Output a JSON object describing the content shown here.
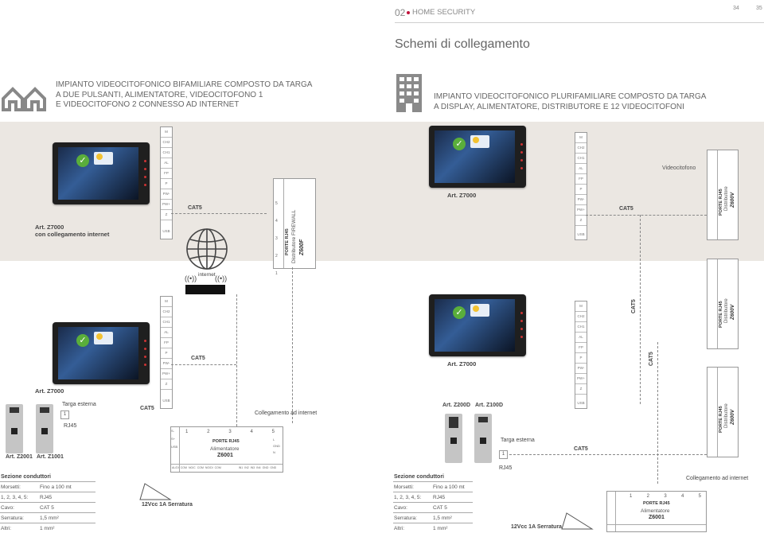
{
  "header": {
    "section_num": "02",
    "section_title": "HOME SECURITY",
    "page_left": "34",
    "page_right": "35"
  },
  "title": "Schemi di collegamento",
  "left_desc": "IMPIANTO VIDEOCITOFONICO BIFAMILIARE COMPOSTO DA TARGA\nA DUE PULSANTI, ALIMENTATORE, VIDEOCITOFONO 1\nE VIDEOCITOFONO 2 CONNESSO AD INTERNET",
  "right_desc": "IMPIANTO VIDEOCITOFONICO PLURIFAMILIARE COMPOSTO DA TARGA\nA DISPLAY, ALIMENTATORE, DISTRIBUTORE E 12 VIDEOCITOFONI",
  "terminal_labels": [
    "M",
    "CH2",
    "CH1",
    "AL",
    "FP",
    "P",
    "PW-",
    "PW+",
    "Z",
    "USB"
  ],
  "monitor": {
    "temp": "16°"
  },
  "left": {
    "monitor1_label": "Art. Z7000",
    "monitor1_sublabel": "con collegamento internet",
    "monitor2_label": "Art. Z7000",
    "cat5_1": "CAT5",
    "cat5_2": "CAT5",
    "cat5_3": "CAT5",
    "internet": "internet",
    "firewall_title": "PORTE RJ45",
    "firewall_name": "Distributore FIREWALL",
    "firewall_model": "Z600F",
    "firewall_ports": [
      "1",
      "2",
      "3",
      "4",
      "5"
    ],
    "targa_esterna": "Targa esterna",
    "targa_num": "1",
    "rj45": "RJ45",
    "panel_labels": [
      "Art. Z2001",
      "Art. Z1001"
    ],
    "collegamento": "Collegamento ad internet",
    "psu_title": "PORTE RJ45",
    "psu_name": "Alimentatore",
    "psu_model": "Z6001",
    "psu_ports": [
      "1",
      "2",
      "3",
      "4",
      "5"
    ],
    "psu_side": [
      "S-",
      "S+",
      "USB"
    ],
    "psu_right": [
      "L",
      "GND",
      "N"
    ],
    "psu_bottom_left": [
      "AL/DI",
      "COM",
      "NO/C",
      "COM",
      "NO/DI",
      "COM"
    ],
    "psu_bottom_right": [
      "IN1",
      "IN2",
      "IN3",
      "IN4",
      "GND",
      "GND"
    ],
    "serratura_label": "12Vcc 1A Serratura",
    "sezione": "Sezione conduttori",
    "table": [
      {
        "k": "Morsetti:",
        "v": "Fino a 100 mt"
      },
      {
        "k": "1, 2, 3, 4, 5:",
        "v": "RJ45"
      },
      {
        "k": "Cavo:",
        "v": "CAT 5"
      },
      {
        "k": "Serratura:",
        "v": "1,5 mm²"
      },
      {
        "k": "Altri:",
        "v": "1 mm²"
      }
    ]
  },
  "right": {
    "monitor1_label": "Art. Z7000",
    "monitor2_label": "Art. Z7000",
    "videocitofono": "Videocitofono",
    "cat5_a": "CAT5",
    "cat5_b": "CAT5",
    "cat5_c": "CAT5",
    "cat5_d": "CAT5",
    "dist_title": "PORTE RJ45",
    "dist_name": "Distributore",
    "dist_model": "Z600V",
    "panel_labels": [
      "Art. Z200D",
      "Art. Z100D"
    ],
    "targa_esterna": "Targa esterna",
    "targa_num": "1",
    "rj45": "RJ45",
    "collegamento": "Collegamento ad internet",
    "psu_title": "PORTE RJ45",
    "psu_name": "Alimentatore",
    "psu_model": "Z6001",
    "psu_ports": [
      "1",
      "2",
      "3",
      "4",
      "5"
    ],
    "serratura_label": "12Vcc 1A Serratura",
    "sezione": "Sezione conduttori",
    "table": [
      {
        "k": "Morsetti:",
        "v": "Fino a 100 mt"
      },
      {
        "k": "1, 2, 3, 4, 5:",
        "v": "RJ45"
      },
      {
        "k": "Cavo:",
        "v": "CAT 5"
      },
      {
        "k": "Serratura:",
        "v": "1,5 mm²"
      },
      {
        "k": "Altri:",
        "v": "1 mm²"
      }
    ]
  },
  "colors": {
    "accent": "#c0143c",
    "beige": "#ebe7e2"
  }
}
